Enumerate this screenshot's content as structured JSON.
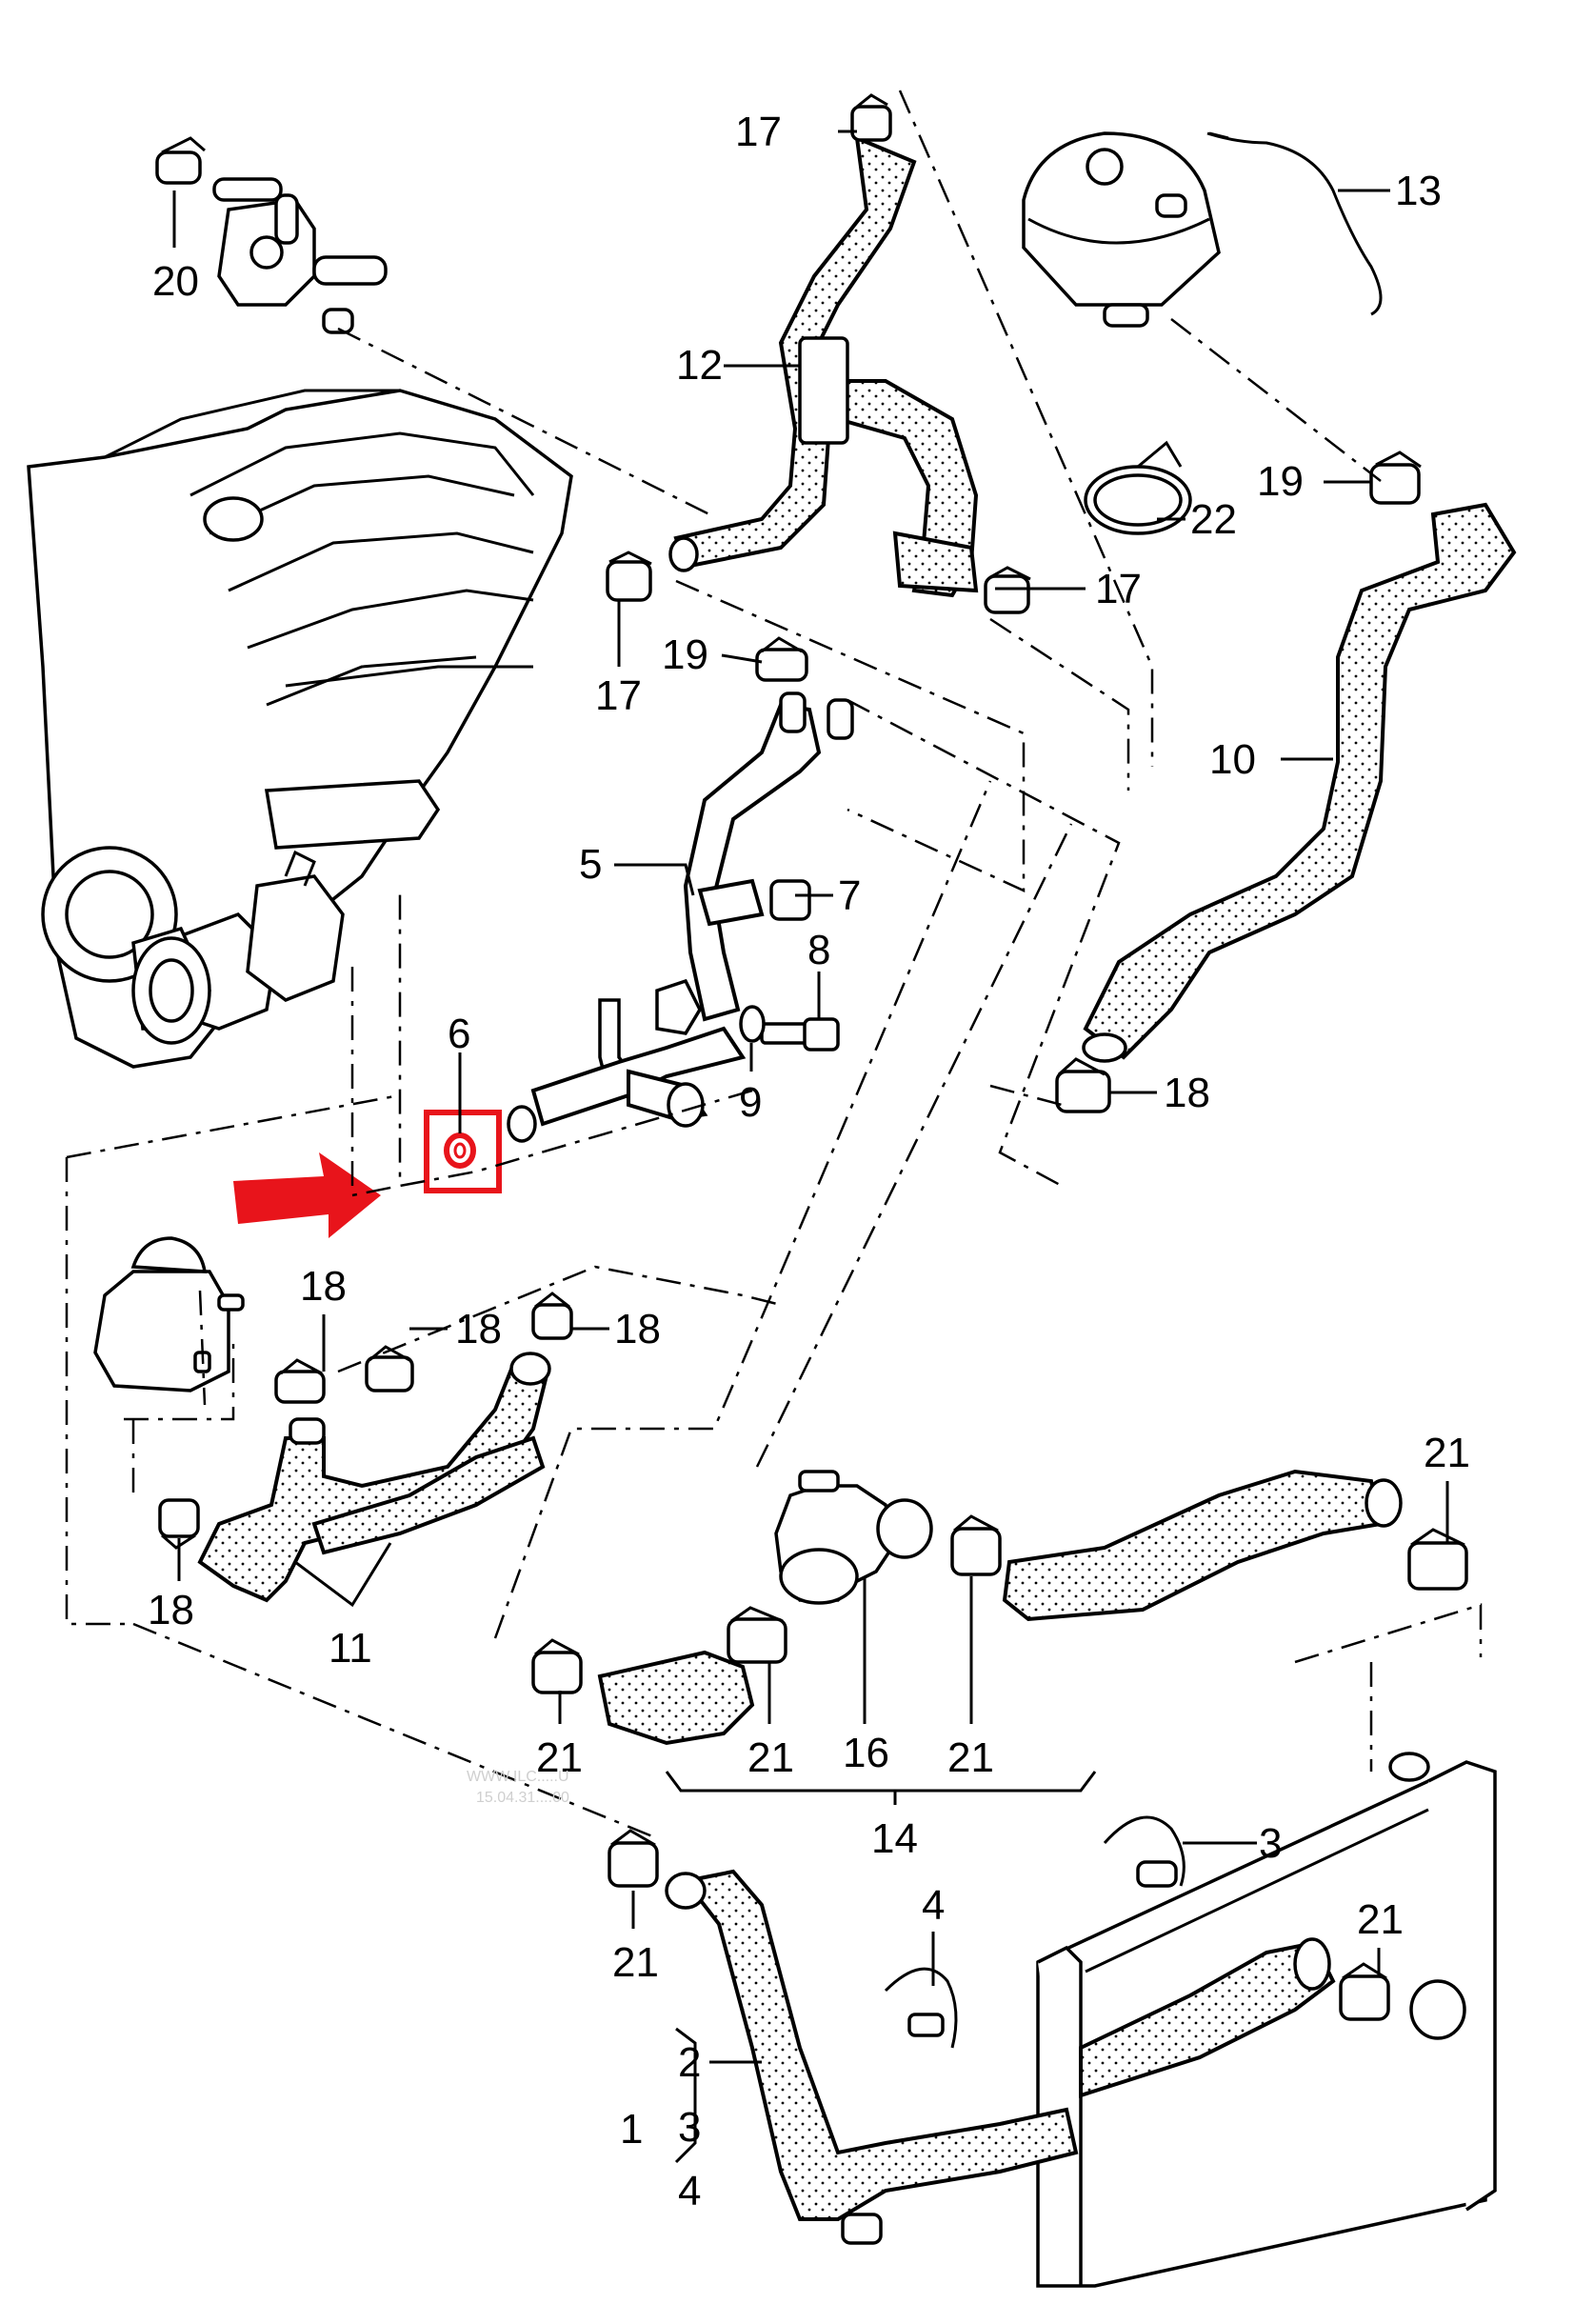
{
  "diagram": {
    "labels": [
      "1",
      "2",
      "3",
      "4",
      "3",
      "4",
      "5",
      "6",
      "7",
      "8",
      "9",
      "10",
      "11",
      "12",
      "13",
      "14",
      "16",
      "17",
      "17",
      "17",
      "18",
      "18",
      "18",
      "18",
      "18",
      "19",
      "19",
      "20",
      "21",
      "21",
      "21",
      "21",
      "21",
      "21",
      "22"
    ],
    "watermark": [
      "WWW.ILC.....U",
      "15.04.31....00"
    ],
    "highlight_color": "#e8141b",
    "highlighted_part": "6",
    "arrow_icon": "red-arrow-icon"
  }
}
